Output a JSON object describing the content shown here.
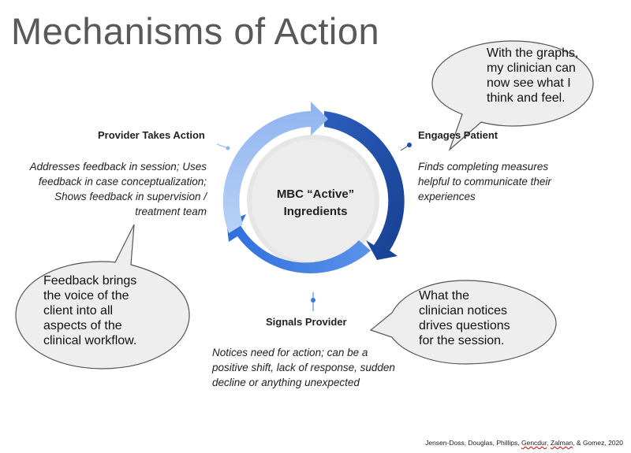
{
  "title": "Mechanisms of Action",
  "center": {
    "line1": "MBC “Active”",
    "line2": "Ingredients"
  },
  "stages": {
    "provider_action": {
      "label": "Provider Takes Action",
      "desc": [
        "Addresses feedback in session; Uses",
        "feedback in case conceptualization;",
        "Shows feedback in supervision /",
        "treatment team"
      ]
    },
    "engages_patient": {
      "label": "Engages Patient",
      "desc": [
        "Finds completing measures",
        "helpful to communicate their",
        "experiences"
      ]
    },
    "signals_provider": {
      "label": "Signals Provider",
      "desc": [
        "Notices need for action; can be a",
        "positive shift, lack of response, sudden",
        "decline or anything unexpected"
      ]
    }
  },
  "bubbles": {
    "top_right": [
      "With the graphs,",
      "my clinician can",
      "now see what I",
      "think and feel."
    ],
    "left": [
      "Feedback brings",
      "the voice of the",
      "client into all",
      "aspects of the",
      "clinical workflow."
    ],
    "bottom_right": [
      "What the",
      "clinician notices",
      "drives questions",
      "for the session."
    ]
  },
  "citation": {
    "part1": "Jensen-Doss, Douglas, Phillips, ",
    "part2": "Gencdur",
    "part3": ", ",
    "part4": "Zalman",
    "part5": ", & Gomez, 2020"
  },
  "colors": {
    "arc_dark": "#1f4fa8",
    "arc_mid": "#3a78e0",
    "arc_light": "#a9c6f5",
    "bubble_fill": "#eeeeee",
    "bubble_stroke": "#555555",
    "title": "#595959"
  }
}
